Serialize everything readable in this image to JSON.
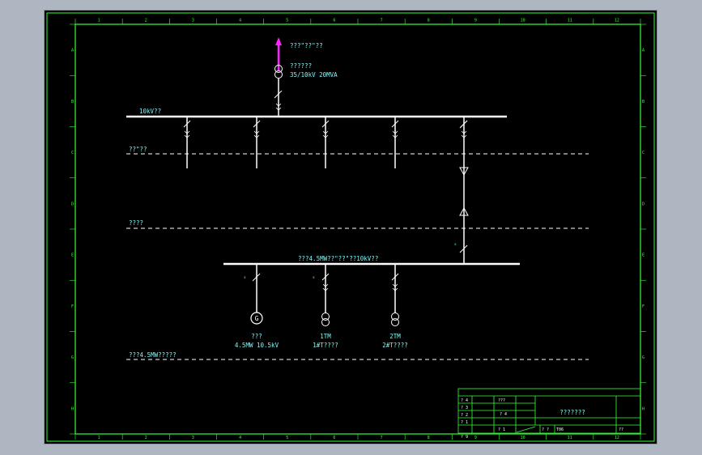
{
  "colors": {
    "border": "#35ff35",
    "line": "#ffffff",
    "text": "#7ff7f7",
    "arrow": "#ff22ff",
    "background": "#000000"
  },
  "labels": {
    "grid_source": "???\"??\"??",
    "transformer_name": "??????",
    "transformer_rating": "35/10kV  20MVA",
    "bus_10kv": "10kV??",
    "zone1": "??\"??",
    "zone2": "????",
    "bus_lower": "???4.5MW??\"??\"??10kV??",
    "gen_name": "???",
    "gen_rating": "4.5MW 10.5kV",
    "motor1_name": "1TM",
    "motor1_note": "1#T????",
    "motor2_name": "2TM",
    "motor2_note": "2#T????",
    "zone3": "???4.5MW?????",
    "tiny_mark": "s"
  },
  "grid_numbers": [
    "1",
    "2",
    "3",
    "4",
    "5",
    "6",
    "7",
    "8",
    "9",
    "10",
    "11",
    "12"
  ],
  "grid_letters": [
    "A",
    "B",
    "C",
    "D",
    "E",
    "F",
    "G",
    "H"
  ],
  "title_block": {
    "rows": [
      "? 4",
      "? 3",
      "? 2",
      "? 1"
    ],
    "cell_a": "???",
    "cell_b": "?  4",
    "title": "???????",
    "cell_c": "?  1",
    "cell_d": "?  ?",
    "cell_e": "T06",
    "cell_f": "??",
    "cell_g": "? 9"
  }
}
